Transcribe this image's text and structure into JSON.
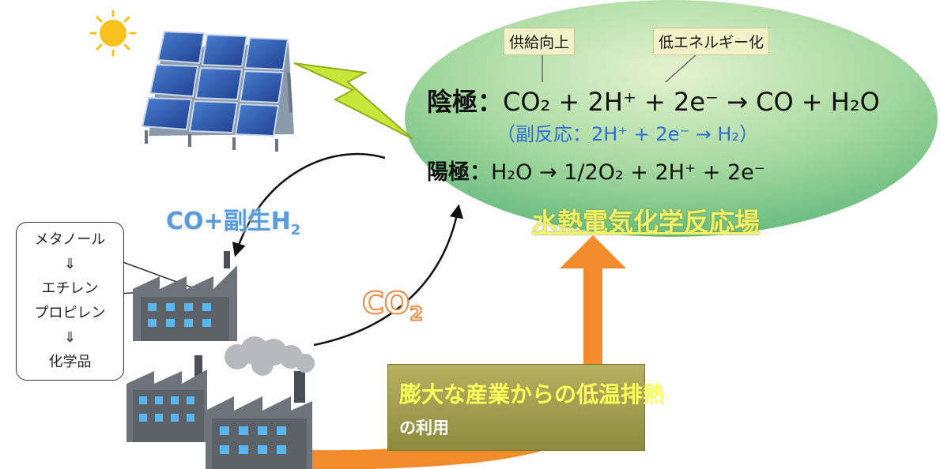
{
  "tags": {
    "supply": "供給向上",
    "low_energy": "低エネルギー化"
  },
  "reactions": {
    "cathode_label": "陰極：",
    "cathode_equation": "CO₂ + 2H⁺ + 2e⁻ → CO + H₂O",
    "side_reaction": "（副反応：2H⁺ + 2e⁻ → H₂）",
    "anode_label": "陽極：",
    "anode_equation": "H₂O → 1/2O₂ + 2H⁺ + 2e⁻",
    "field_title": "水熱電気化学反応場"
  },
  "flows": {
    "co_main": "CO+副生H",
    "co_sub": "2",
    "co2_main": "CO",
    "co2_sub": "2"
  },
  "products": [
    "メタノール",
    "⇓",
    "エチレン",
    "プロピレン",
    "⇓",
    "化学品"
  ],
  "heat": {
    "main": "膨大な産業からの低温排熱",
    "sub": "の利用"
  },
  "icons": [
    "sun-icon",
    "solar-panel-icon",
    "lightning-icon",
    "factory-icon"
  ],
  "colors": {
    "ellipse_top": "#d8eec2",
    "ellipse_bottom": "#74c282",
    "arrow_orange": "#f28b2b",
    "co_blue": "#5b9bd9",
    "field_title_yellow": "#f2f36a",
    "heat_box": "#a19d4e"
  }
}
